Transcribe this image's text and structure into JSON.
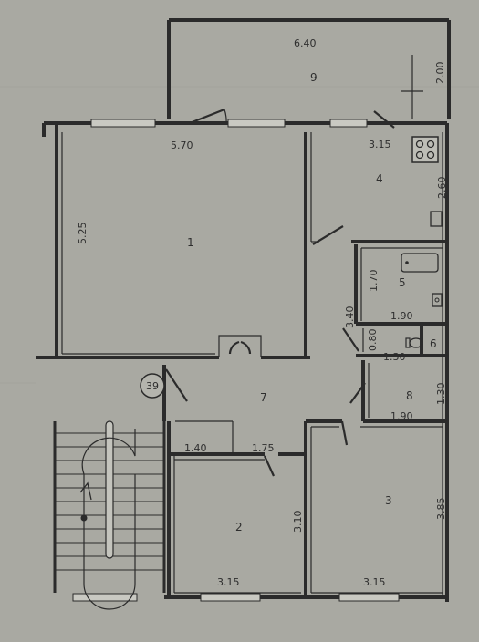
{
  "plan": {
    "apartment_number": "39",
    "rooms": [
      {
        "id": "1",
        "label": "1"
      },
      {
        "id": "2",
        "label": "2"
      },
      {
        "id": "3",
        "label": "3"
      },
      {
        "id": "4",
        "label": "4"
      },
      {
        "id": "5",
        "label": "5"
      },
      {
        "id": "6",
        "label": "6"
      },
      {
        "id": "7",
        "label": "7"
      },
      {
        "id": "8",
        "label": "8"
      },
      {
        "id": "9",
        "label": "9"
      }
    ],
    "dimensions": {
      "balcony_width": "6.40",
      "balcony_depth": "2.00",
      "room1_width": "5.70",
      "room1_length": "5.25",
      "kitchen_width": "3.15",
      "kitchen_depth": "2.60",
      "bath_depth": "1.70",
      "bath_width": "1.90",
      "corridor_length": "3.40",
      "wc_depth": "0.80",
      "wc_width": "1.30",
      "store_depth": "1.30",
      "store_width": "1.90",
      "hall_left": "1.40",
      "hall_right": "1.75",
      "room2_depth": "3.10",
      "room2_width": "3.15",
      "room3_depth": "3.85",
      "room3_width": "3.15"
    }
  }
}
